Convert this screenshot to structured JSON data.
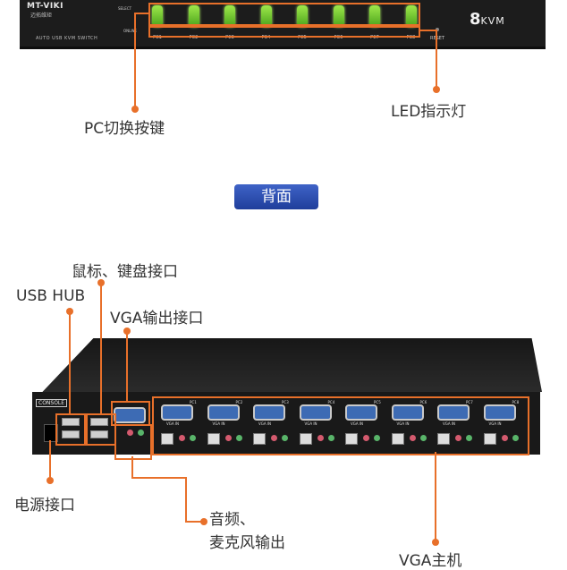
{
  "front_panel": {
    "brand": "MT-VIKI",
    "brand_sub": "迈拓维矩",
    "model_text": "AUTO USB KVM SWITCH",
    "select_label": "SELECT",
    "online_label": "ONLINE",
    "pc_labels": [
      "PC1",
      "PC2",
      "PC3",
      "PC4",
      "PC5",
      "PC6",
      "PC7",
      "PC8"
    ],
    "reset_label": "RESET",
    "kvm_number": "8",
    "kvm_text": "KVM"
  },
  "callouts": {
    "pc_switch": "PC切换按键",
    "led": "LED指示灯",
    "back_badge": "背面",
    "mouse_keyboard": "鼠标、键盘接口",
    "usb_hub": "USB HUB",
    "vga_out": "VGA输出接口",
    "power": "电源接口",
    "audio_line1": "音频、",
    "audio_line2": "麦克风输出",
    "vga_host": "VGA主机"
  },
  "back_panel": {
    "console_label": "CONSOLE",
    "vga_port_label": "VGA IN",
    "pc_port_labels": [
      "PC1",
      "PC2",
      "PC3",
      "PC4",
      "PC5",
      "PC6",
      "PC7",
      "PC8"
    ]
  },
  "colors": {
    "accent": "#e8702a",
    "badge": "#2a4aab",
    "button_green": "#7ccf2e",
    "device": "#1c1c1c"
  }
}
